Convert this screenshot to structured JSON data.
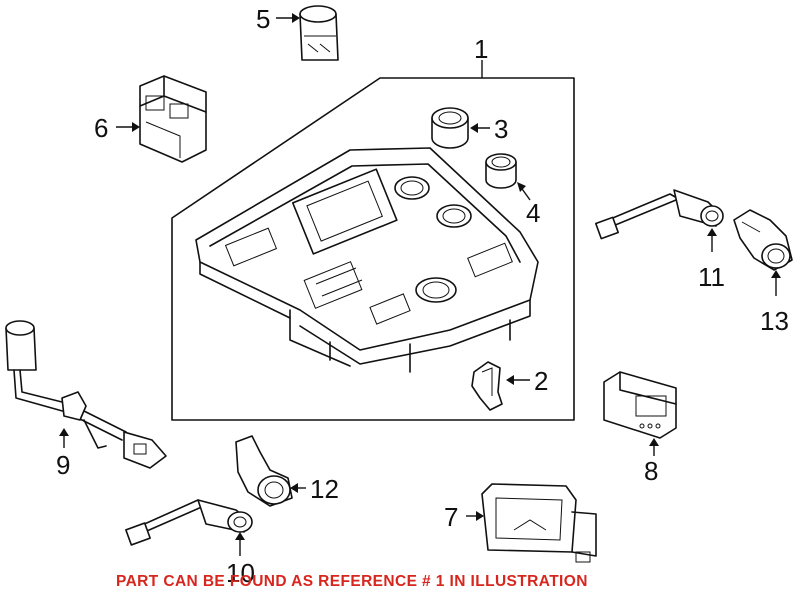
{
  "callouts": {
    "c1": "1",
    "c2": "2",
    "c3": "3",
    "c4": "4",
    "c5": "5",
    "c6": "6",
    "c7": "7",
    "c8": "8",
    "c9": "9",
    "c10": "10",
    "c11": "11",
    "c12": "12",
    "c13": "13"
  },
  "notice": "PART CAN BE FOUND AS REFERENCE # 1 IN ILLUSTRATION",
  "colors": {
    "line": "#111111",
    "notice": "#d7261e",
    "background": "#ffffff"
  }
}
